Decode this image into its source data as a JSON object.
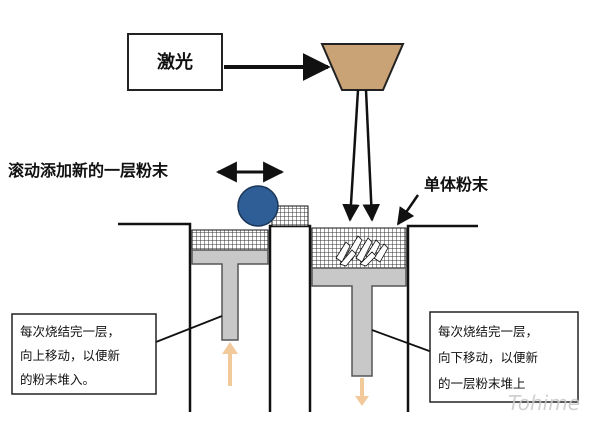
{
  "labels": {
    "laser": "激光",
    "roller": "滚动添加新的一层粉末",
    "powder": "单体粉末"
  },
  "notes": {
    "left": [
      "每次烧结完一层，",
      "向上移动，以便新",
      "的粉末堆入。"
    ],
    "right": [
      "每次烧结完一层，",
      "向下移动，以便新",
      "的一层粉末堆上"
    ]
  },
  "watermark": "Tohime",
  "colors": {
    "laser_head": "#c9a275",
    "roller_ball": "#2e5e95",
    "piston": "#c8c8c8",
    "arrow_up": "#f2c99a",
    "line": "#111111"
  }
}
